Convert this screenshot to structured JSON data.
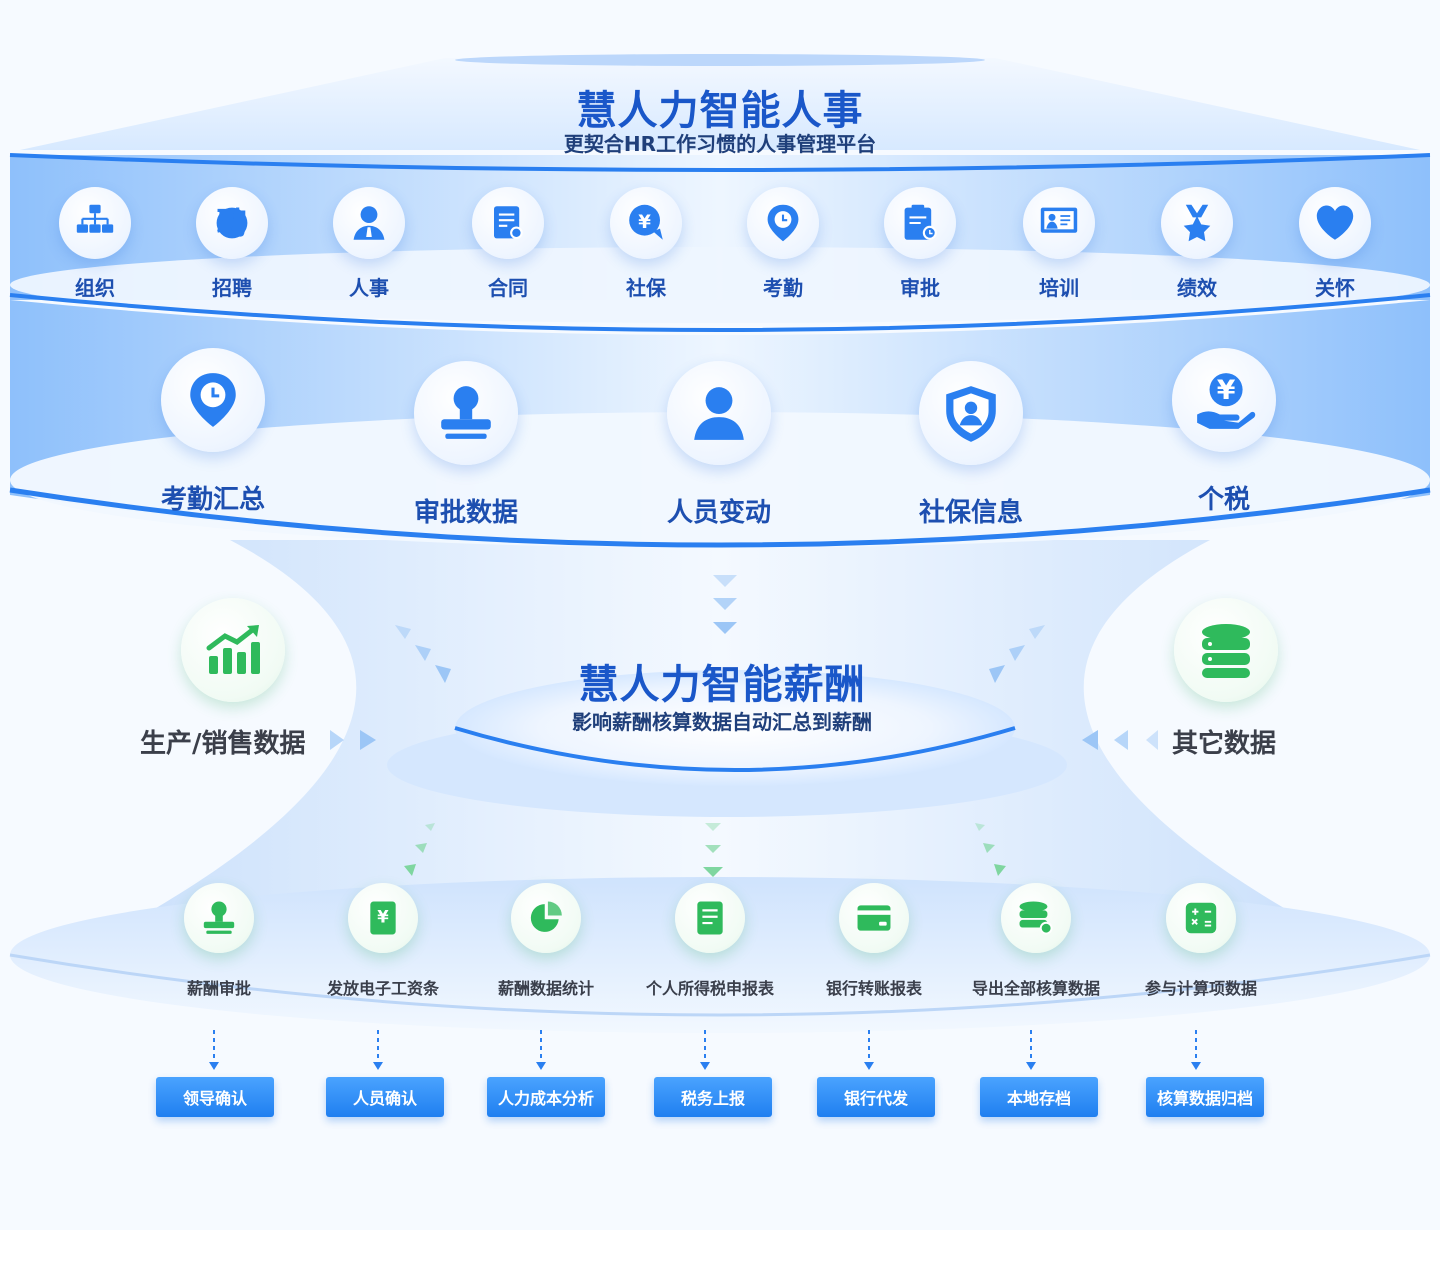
{
  "top": {
    "title": "慧人力智能人事",
    "subtitle": "更契合HR工作习惯的人事管理平台",
    "modules": [
      {
        "label": "组织",
        "icon": "org-chart-icon"
      },
      {
        "label": "招聘",
        "icon": "recruit-char-icon",
        "glyph": "聘"
      },
      {
        "label": "人事",
        "icon": "person-tie-icon"
      },
      {
        "label": "合同",
        "icon": "contract-icon"
      },
      {
        "label": "社保",
        "icon": "yuan-chat-icon",
        "glyph": "¥"
      },
      {
        "label": "考勤",
        "icon": "location-clock-icon"
      },
      {
        "label": "审批",
        "icon": "clipboard-clock-icon"
      },
      {
        "label": "培训",
        "icon": "presentation-icon"
      },
      {
        "label": "绩效",
        "icon": "medal-star-icon"
      },
      {
        "label": "关怀",
        "icon": "heart-icon"
      }
    ]
  },
  "middle": {
    "items": [
      {
        "label": "考勤汇总",
        "icon": "location-clock-icon"
      },
      {
        "label": "审批数据",
        "icon": "stamp-icon"
      },
      {
        "label": "人员变动",
        "icon": "person-icon"
      },
      {
        "label": "社保信息",
        "icon": "shield-person-icon"
      },
      {
        "label": "个税",
        "icon": "hand-yuan-icon",
        "glyph": "¥"
      }
    ]
  },
  "center": {
    "title": "慧人力智能薪酬",
    "subtitle": "影响薪酬核算数据自动汇总到薪酬"
  },
  "sides": {
    "left": {
      "label": "生产/销售数据",
      "icon": "growth-chart-icon"
    },
    "right": {
      "label": "其它数据",
      "icon": "database-icon"
    }
  },
  "outputs": [
    {
      "label": "薪酬审批",
      "icon": "stamp-icon",
      "action": "领导确认"
    },
    {
      "label": "发放电子工资条",
      "icon": "yuan-document-icon",
      "glyph": "¥",
      "action": "人员确认"
    },
    {
      "label": "薪酬数据统计",
      "icon": "pie-chart-icon",
      "action": "人力成本分析"
    },
    {
      "label": "个人所得税申报表",
      "icon": "document-icon",
      "action": "税务上报"
    },
    {
      "label": "银行转账报表",
      "icon": "bank-card-icon",
      "action": "银行代发"
    },
    {
      "label": "导出全部核算数据",
      "icon": "database-export-icon",
      "action": "本地存档"
    },
    {
      "label": "参与计算项数据",
      "icon": "calculator-icon",
      "action": "核算数据归档"
    }
  ],
  "colors": {
    "blue": "#2a7ff0",
    "green": "#2fba5c",
    "navy": "#1a57c9"
  }
}
